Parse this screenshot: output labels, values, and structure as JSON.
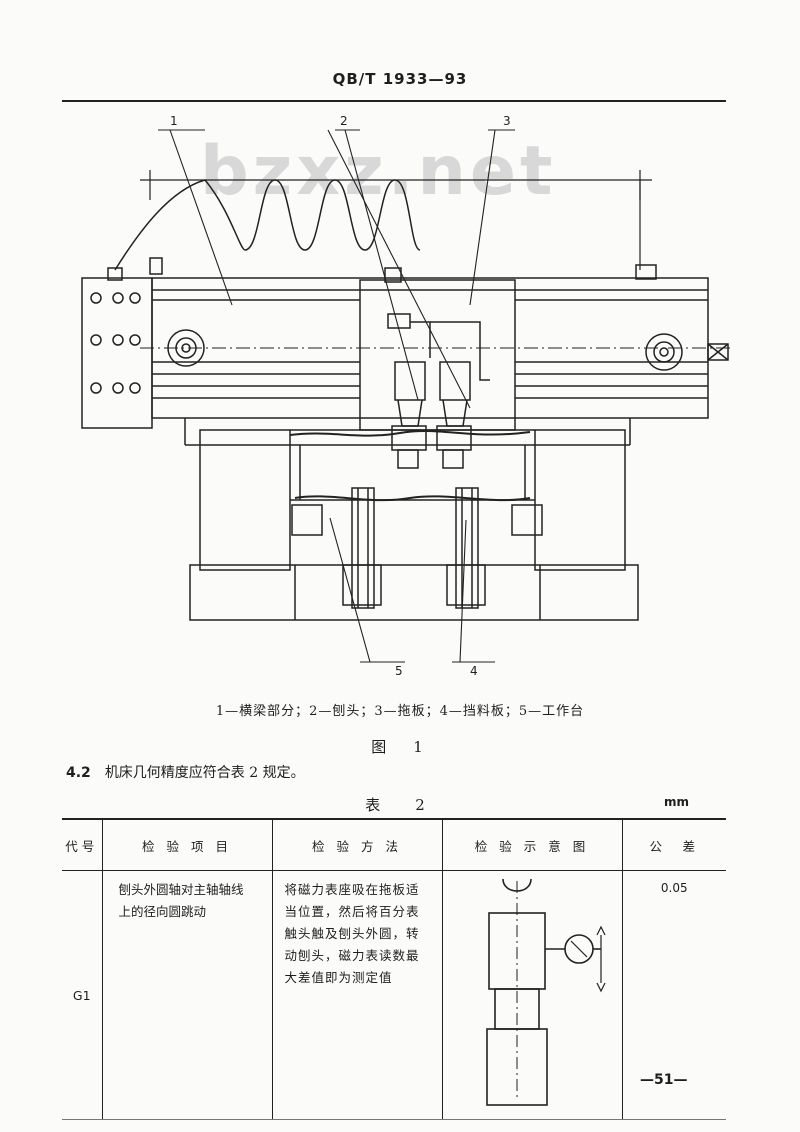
{
  "header": {
    "standard_code": "QB/T 1933—93"
  },
  "watermark": "bzxz.net",
  "figure": {
    "callouts": [
      "1",
      "2",
      "3",
      "4",
      "5"
    ],
    "legend": "1—横梁部分；2—刨头；3—拖板；4—挡料板；5—工作台",
    "caption": "图　1"
  },
  "clause": {
    "number": "4.2",
    "text": "机床几何精度应符合表 2 规定。"
  },
  "table": {
    "title": "表　2",
    "unit": "mm",
    "headers": [
      "代号",
      "检 验 项 目",
      "检 验 方 法",
      "检 验 示 意 图",
      "公　差"
    ],
    "rows": [
      {
        "code": "G1",
        "item_lines": [
          "刨头外圆轴对主轴轴线",
          "上的径向圆跳动"
        ],
        "method_lines": [
          "将磁力表座吸在拖板适",
          "当位置，然后将百分表",
          "触头触及刨头外圆，转",
          "动刨头，磁力表读数最",
          "大差值即为测定值"
        ],
        "tolerance": "0.05"
      }
    ]
  },
  "page_number": "—51—"
}
